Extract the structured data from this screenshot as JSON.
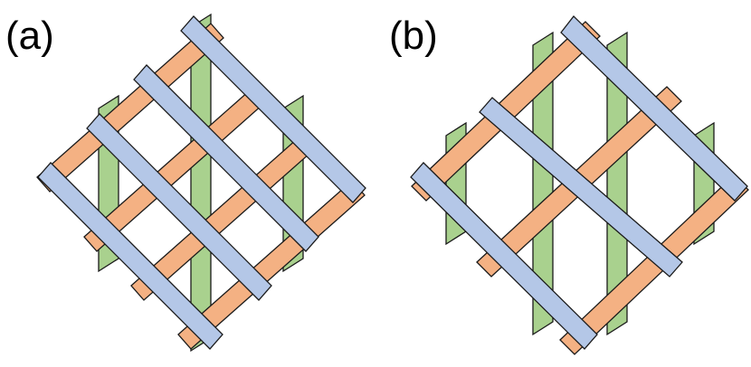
{
  "panels": [
    {
      "id": "a",
      "label": "(a)"
    },
    {
      "id": "b",
      "label": "(b)"
    }
  ],
  "strip_colors": {
    "vertical": "#a9d18e",
    "ascending": "#f4b183",
    "descending": "#b4c7e7"
  }
}
